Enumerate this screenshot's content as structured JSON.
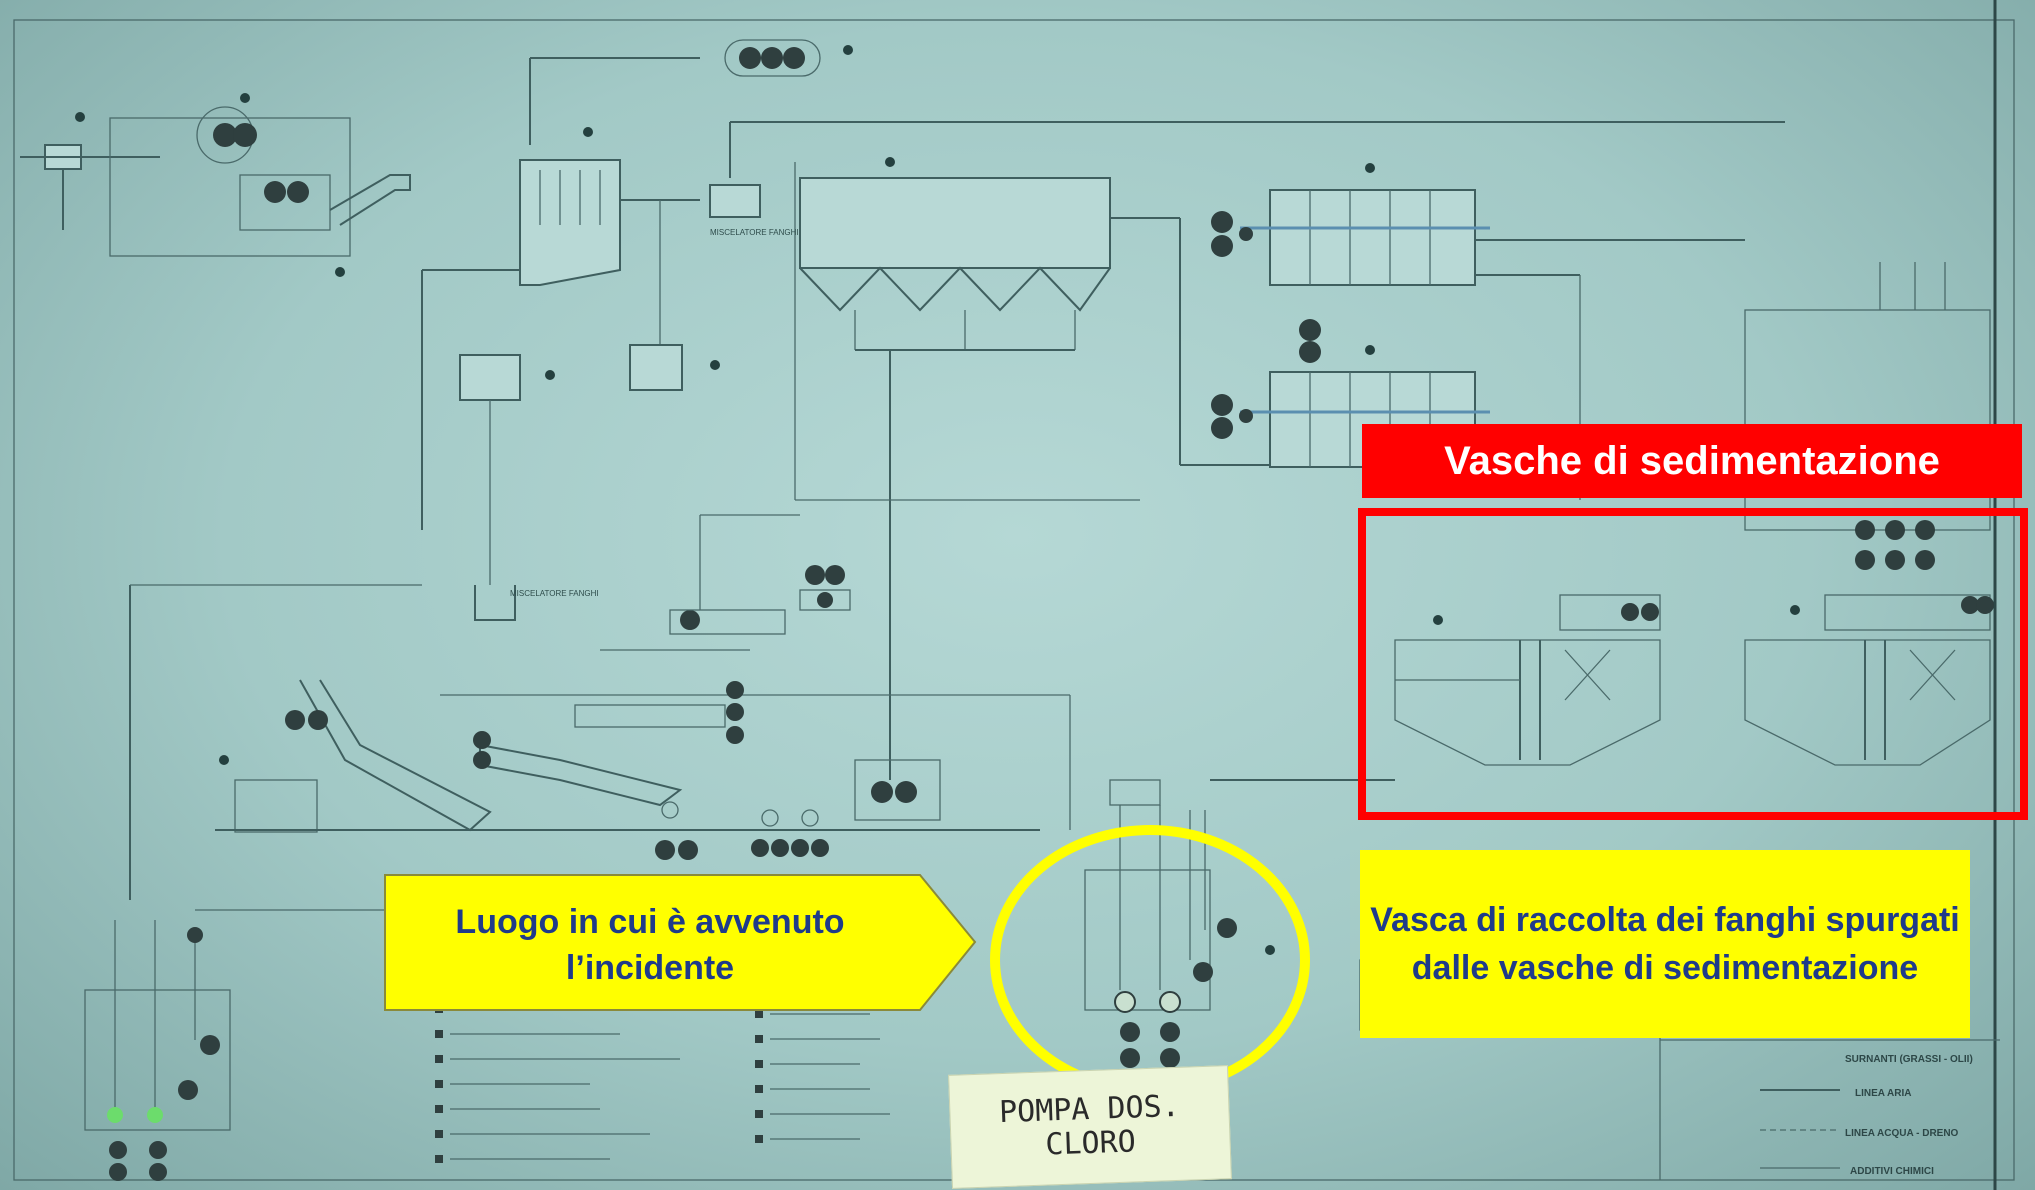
{
  "callouts": {
    "sedimentation_tanks_label": "Vasche di sedimentazione",
    "sludge_tank_label": "Vasca di raccolta dei fanghi spurgati dalle vasche di sedimentazione",
    "incident_location_label": "Luogo in cui è avvenuto l’incidente",
    "handwritten_note": "POMPA DOS.\nCLORO"
  },
  "diagram_labels": {
    "mixer_1": "MISCELATORE FANGHI",
    "mixer_2": "MISCELATORE FANGHI",
    "line_air": "LINEA ARIA",
    "line_water": "LINEA ACQUA - DRENO",
    "chemical_additives": "ADDITIVI CHIMICI",
    "surnatants": "SURNANTI (GRASSI - OLII)"
  },
  "colors": {
    "highlight_red": "#ff0000",
    "highlight_yellow": "#ffff00",
    "callout_text_blue": "#1f3b8a",
    "paper_teal": "#a2c9c6"
  }
}
